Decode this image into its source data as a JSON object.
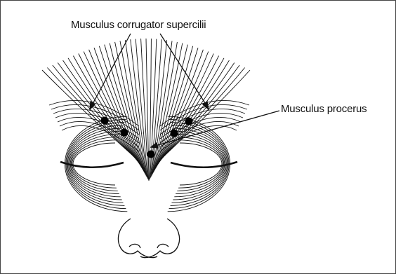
{
  "labels": {
    "corrugator": "Musculus corrugator supercilii",
    "procerus": "Musculus procerus"
  },
  "colors": {
    "ink": "#111111",
    "background": "#ffffff"
  },
  "markers": [
    "injection-point",
    "injection-point",
    "injection-point",
    "injection-point",
    "injection-point"
  ]
}
